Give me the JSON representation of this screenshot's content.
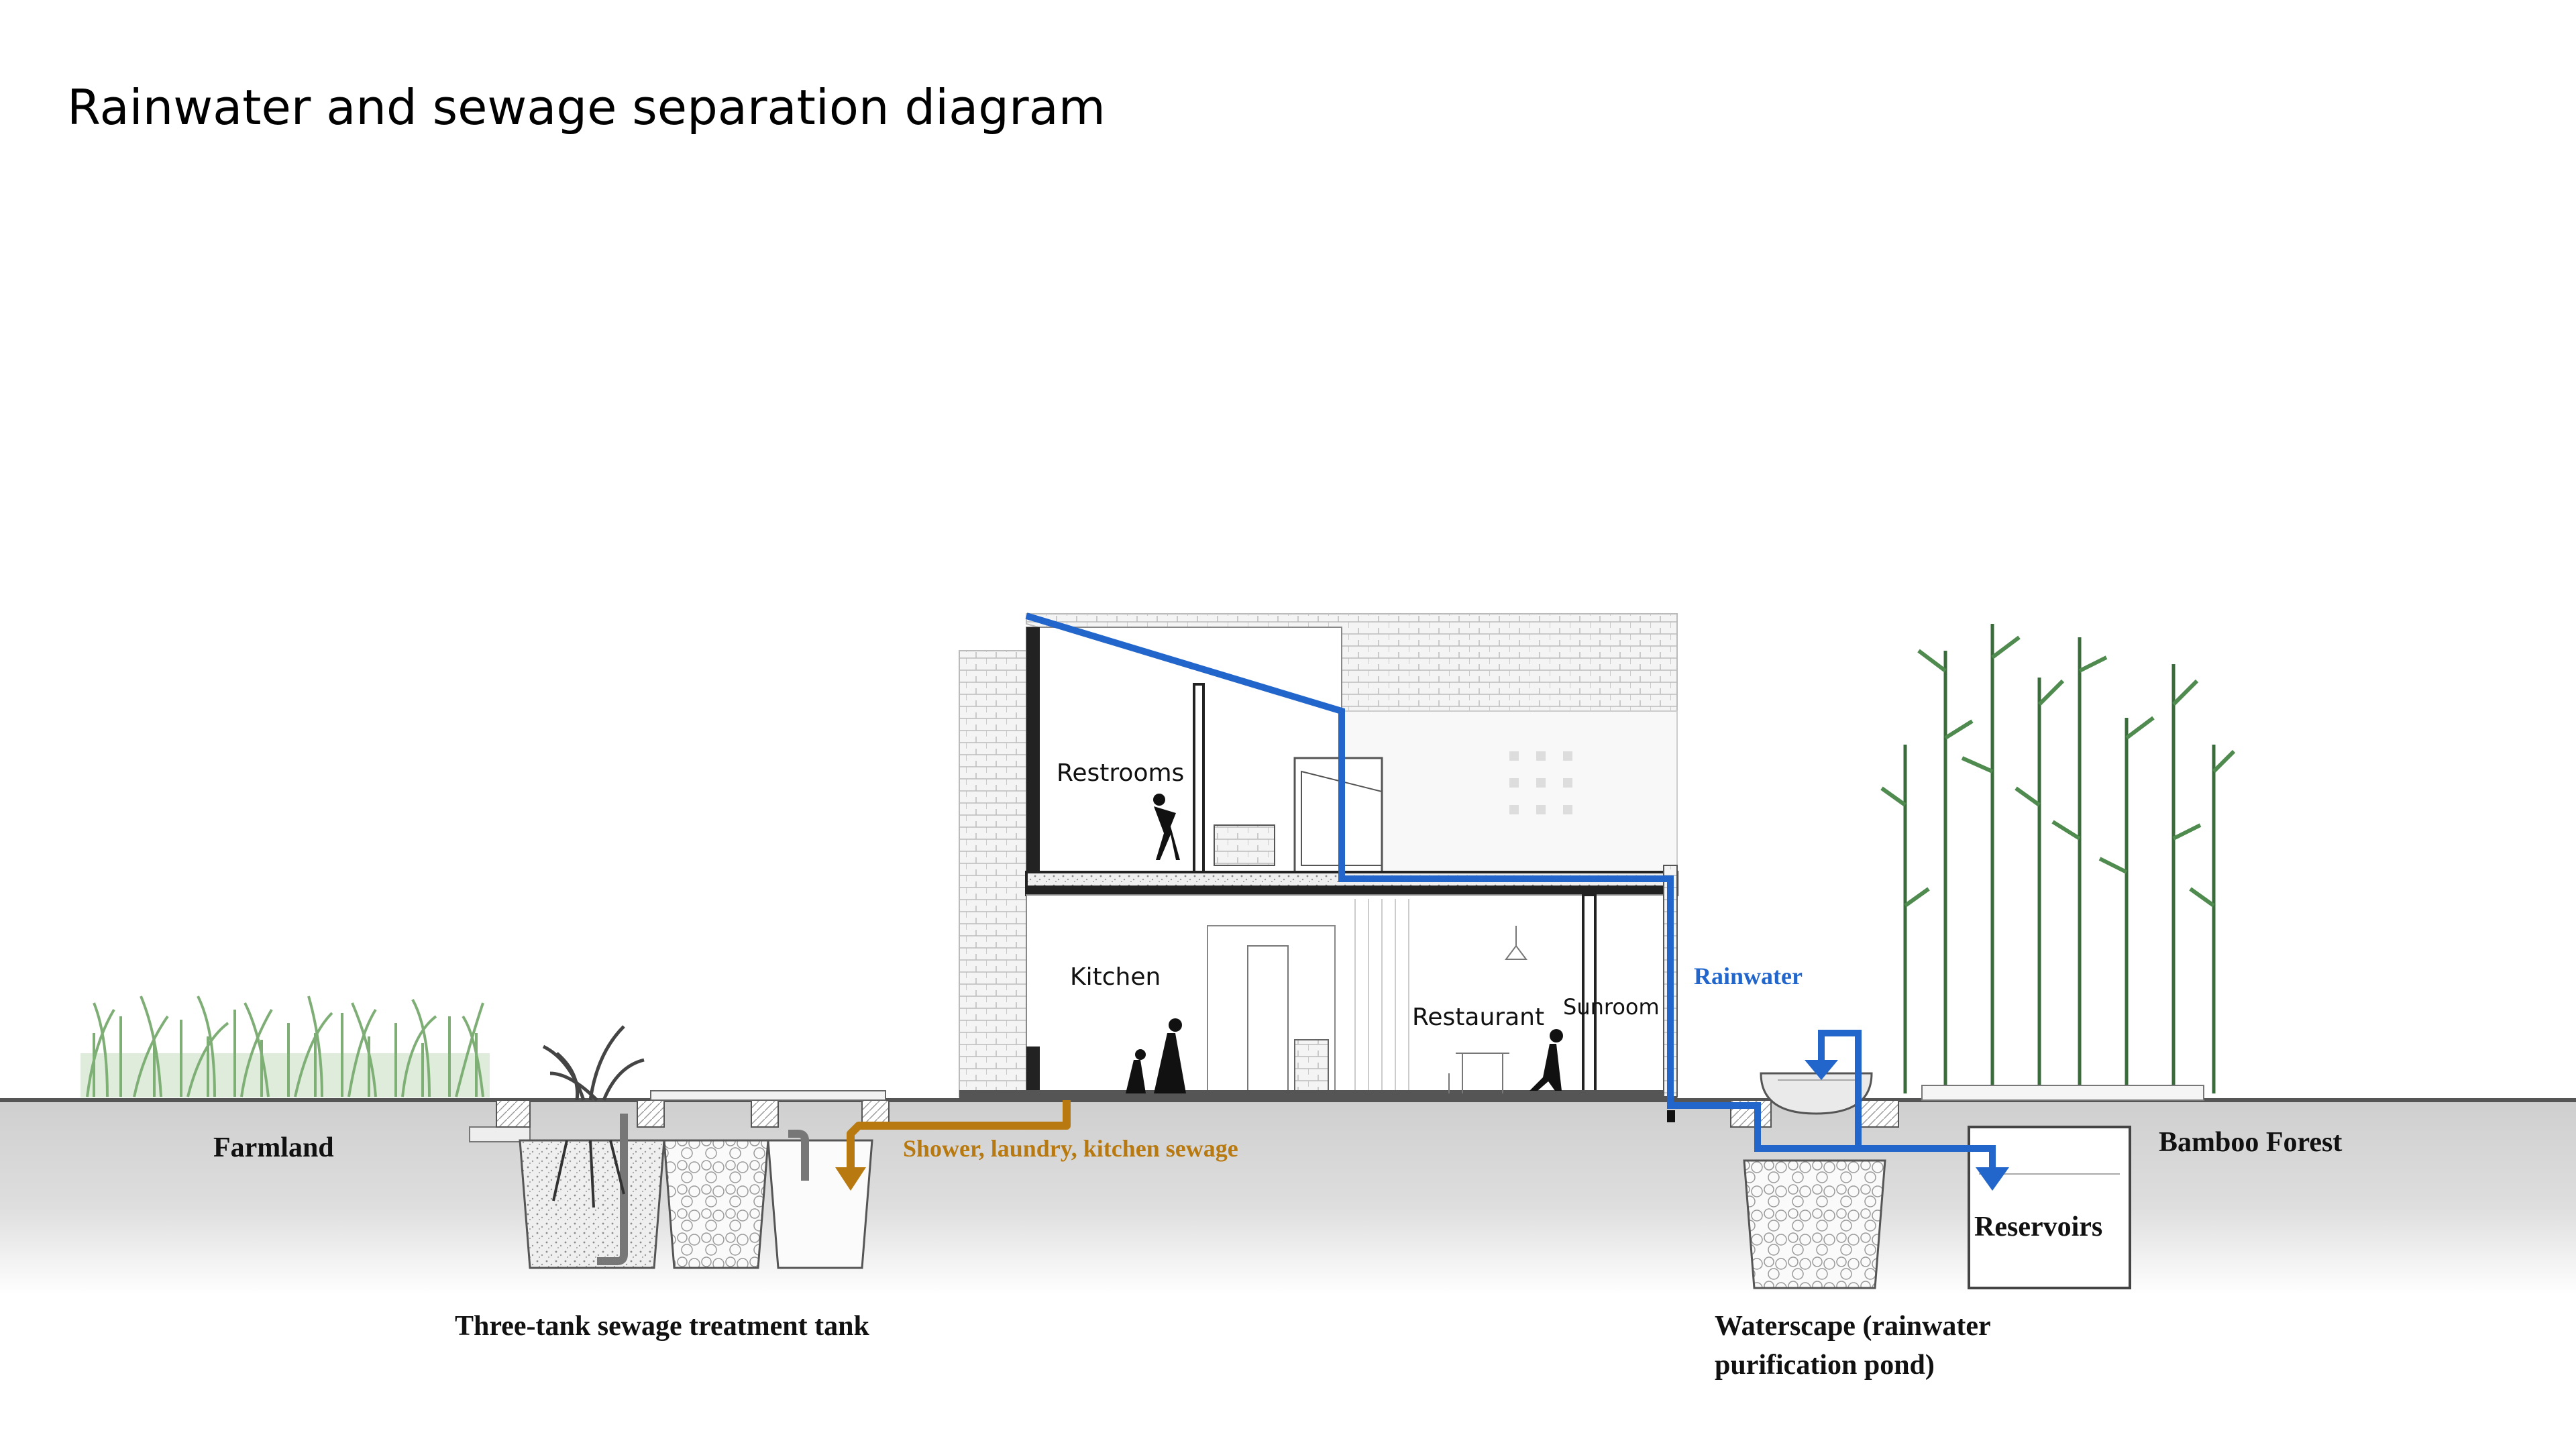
{
  "title": "Rainwater and sewage separation diagram",
  "rooms": {
    "restrooms": "Restrooms",
    "kitchen": "Kitchen",
    "restaurant": "Restaurant",
    "sunroom": "Sunroom"
  },
  "flows": {
    "rainwater": "Rainwater",
    "sewage": "Shower, laundry, kitchen sewage"
  },
  "labels": {
    "farmland": "Farmland",
    "bamboo_forest": "Bamboo Forest",
    "reservoirs": "Reservoirs",
    "three_tank": "Three-tank sewage treatment tank",
    "waterscape_line1": "Waterscape (rainwater",
    "waterscape_line2": "purification pond)"
  },
  "colors": {
    "rainwater": "#2266cc",
    "sewage": "#b87a10",
    "ground": "#d2d2d2"
  }
}
